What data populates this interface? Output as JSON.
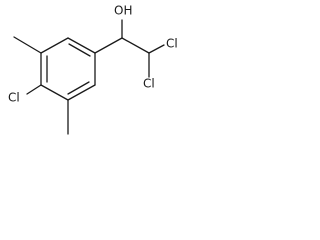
{
  "molecule": {
    "atoms": {
      "oh": "OH",
      "cl_top": "Cl",
      "cl_bottom": "Cl",
      "cl_ring": "Cl"
    }
  }
}
